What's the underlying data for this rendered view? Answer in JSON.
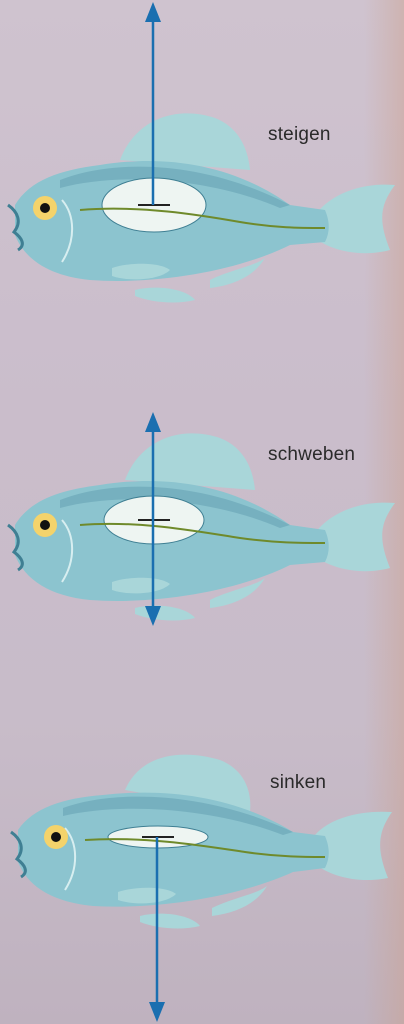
{
  "labels": {
    "rise": "steigen",
    "float": "schweben",
    "sink": "sinken"
  },
  "colors": {
    "fish_body": "#8cc4cf",
    "fish_dark": "#5d9fb0",
    "fin": "#a9d6d9",
    "swim_bladder": "#eef5f2",
    "lateral_line": "#6f8a2b",
    "arrow": "#1a6fb0"
  }
}
